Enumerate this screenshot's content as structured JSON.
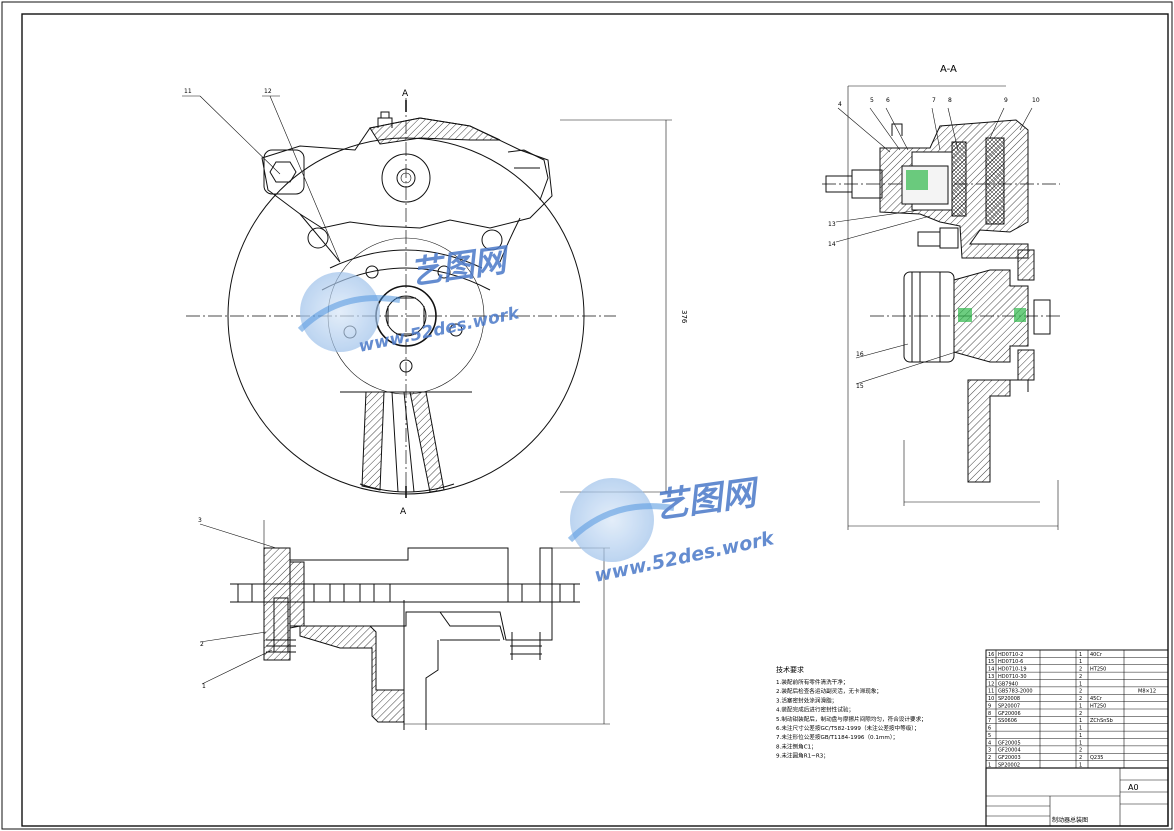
{
  "view_labels": {
    "section_top": "A",
    "section_bottom": "A",
    "section_view_title": "A-A"
  },
  "dimensions": {
    "disc_height": "376",
    "section_width": "",
    "section_overall": "",
    "section_top": "",
    "bottom_view_height": ""
  },
  "balloons_main": [
    "11",
    "12"
  ],
  "balloons_section": [
    "4",
    "5",
    "6",
    "7",
    "8",
    "9",
    "10",
    "13",
    "14",
    "15",
    "16"
  ],
  "balloons_bottom": [
    "3",
    "2",
    "1"
  ],
  "watermark": {
    "brand": "艺图网",
    "url": "www.52des.work"
  },
  "tech_requirements": {
    "title": "技术要求",
    "items": [
      "1.装配前所有零件清洗干净；",
      "2.装配后检查各运动副灵活，无卡滞现象；",
      "3.活塞密封处涂润滑脂；",
      "4.装配完成后进行密封性试验；",
      "5.制动钳装配后，制动盘与摩擦片间隙均匀，符合设计要求；",
      "6.未注尺寸公差按GC/T582-1999（未注公差按中等级）；",
      "7.未注形位公差按GB/T1184-1996（0.1mm）；",
      "8.未注倒角C1；",
      "9.未注圆角R1~R3；"
    ]
  },
  "parts_list": {
    "rows": [
      {
        "no": "16",
        "code": "HD0710-2",
        "name": "",
        "qty": "1",
        "material": "40Cr",
        "note": ""
      },
      {
        "no": "15",
        "code": "HD0710-6",
        "name": "",
        "qty": "1",
        "material": "",
        "note": ""
      },
      {
        "no": "14",
        "code": "HD0710-19",
        "name": "",
        "qty": "2",
        "material": "HT250",
        "note": ""
      },
      {
        "no": "13",
        "code": "HD0710-30",
        "name": "",
        "qty": "2",
        "material": "",
        "note": ""
      },
      {
        "no": "12",
        "code": "GB7940",
        "name": "",
        "qty": "1",
        "material": "",
        "note": ""
      },
      {
        "no": "11",
        "code": "GB5783-2000",
        "name": "",
        "qty": "2",
        "material": "",
        "note": "M8×12"
      },
      {
        "no": "10",
        "code": "SP20008",
        "name": "",
        "qty": "2",
        "material": "45Cr",
        "note": ""
      },
      {
        "no": "9",
        "code": "SP20007",
        "name": "",
        "qty": "1",
        "material": "HT250",
        "note": ""
      },
      {
        "no": "8",
        "code": "GF20006",
        "name": "",
        "qty": "2",
        "material": "",
        "note": ""
      },
      {
        "no": "7",
        "code": "SS0606",
        "name": "",
        "qty": "1",
        "material": "ZChSnSb",
        "note": ""
      },
      {
        "no": "6",
        "code": "",
        "name": "",
        "qty": "1",
        "material": "",
        "note": ""
      },
      {
        "no": "5",
        "code": "",
        "name": "",
        "qty": "1",
        "material": "",
        "note": ""
      },
      {
        "no": "4",
        "code": "GF20005",
        "name": "",
        "qty": "1",
        "material": "",
        "note": ""
      },
      {
        "no": "3",
        "code": "GF20004",
        "name": "",
        "qty": "2",
        "material": "",
        "note": ""
      },
      {
        "no": "2",
        "code": "GF20003",
        "name": "",
        "qty": "2",
        "material": "Q235",
        "note": ""
      },
      {
        "no": "1",
        "code": "SP20002",
        "name": "",
        "qty": "1",
        "material": "",
        "note": ""
      }
    ]
  },
  "title_block": {
    "drawing_name": "制动器总装图",
    "scale": "A0"
  }
}
